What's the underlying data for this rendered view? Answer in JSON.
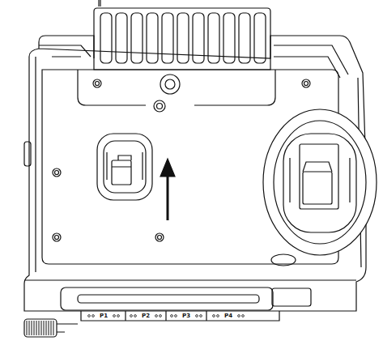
{
  "diagram": {
    "labels": [
      "P1",
      "P2",
      "P3",
      "P4"
    ]
  }
}
